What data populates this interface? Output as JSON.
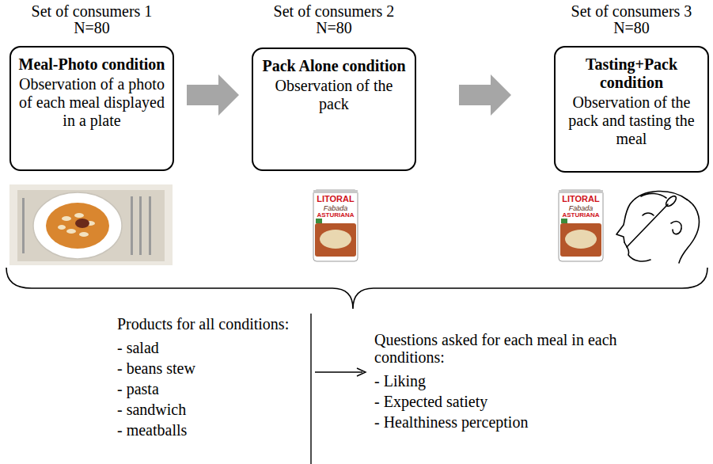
{
  "diagram": {
    "nodes": [
      {
        "text": [
          "Set of consumers 1",
          "N=80",
          "Meal-Photo condition",
          "Observation of a photo of each meal displayed in a plate"
        ]
      },
      {
        "text": [
          "Set of consumers 2",
          "N=80",
          "Pack Alone condition",
          "Observation of the pack"
        ]
      },
      {
        "text": [
          "Set of consumers 3",
          "N=80",
          "Tasting+Pack condition",
          "Observation of the pack and tasting the meal"
        ]
      }
    ],
    "edges": [
      {
        "from": 0,
        "to": 1,
        "arrow": "to"
      },
      {
        "from": 1,
        "to": 2,
        "arrow": "to"
      }
    ],
    "labels": [
      "LITORAL",
      "Fabada",
      "ASTURIANA",
      "LITORAL",
      "Fabada",
      "ASTURIANA",
      "Products for all conditions:",
      "- salad",
      "- beans stew",
      "- pasta",
      "- sandwich",
      "- meatballs",
      "Questions asked for each meal in each conditions:",
      "- Liking",
      "- Expected satiety",
      "- Healthiness perception"
    ]
  }
}
